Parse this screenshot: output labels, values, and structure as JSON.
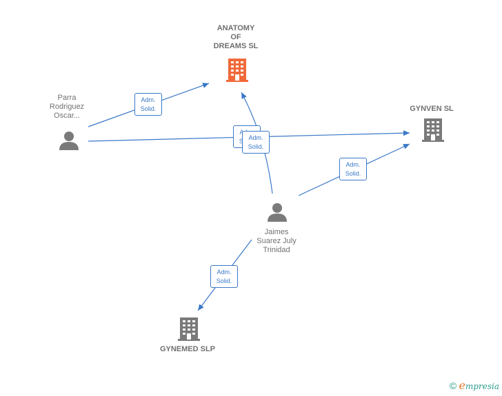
{
  "nodes": {
    "anatomy": {
      "label": "ANATOMY OF DREAMS SL",
      "lines": [
        "ANATOMY",
        "OF",
        "DREAMS  SL"
      ],
      "color": "#f06a3a"
    },
    "gynven": {
      "label": "GYNVEN SL",
      "color": "#7a7a7a"
    },
    "gynemed": {
      "label": "GYNEMED  SLP",
      "color": "#7a7a7a"
    },
    "parra": {
      "lines": [
        "Parra",
        "Rodriguez",
        "Oscar..."
      ]
    },
    "jaimes": {
      "lines": [
        "Jaimes",
        "Suarez July",
        "Trinidad"
      ]
    }
  },
  "relations": [
    {
      "from": "parra",
      "to": "anatomy",
      "line1": "Adm.",
      "line2": "Solid."
    },
    {
      "from": "parra",
      "to": "gynven",
      "line1": "Adm.",
      "line2": "Solid."
    },
    {
      "from": "jaimes",
      "to": "anatomy",
      "line1": "Adm.",
      "line2": "Solid."
    },
    {
      "from": "jaimes",
      "to": "gynven",
      "line1": "Adm.",
      "line2": "Solid."
    },
    {
      "from": "jaimes",
      "to": "gynemed",
      "line1": "Adm.",
      "line2": "Solid."
    }
  ],
  "footer": {
    "copyright": "©",
    "brand_first": "e",
    "brand_rest": "mpresia"
  },
  "colors": {
    "edge": "#3a78c8",
    "text": "#707070",
    "person": "#7a7a7a"
  }
}
